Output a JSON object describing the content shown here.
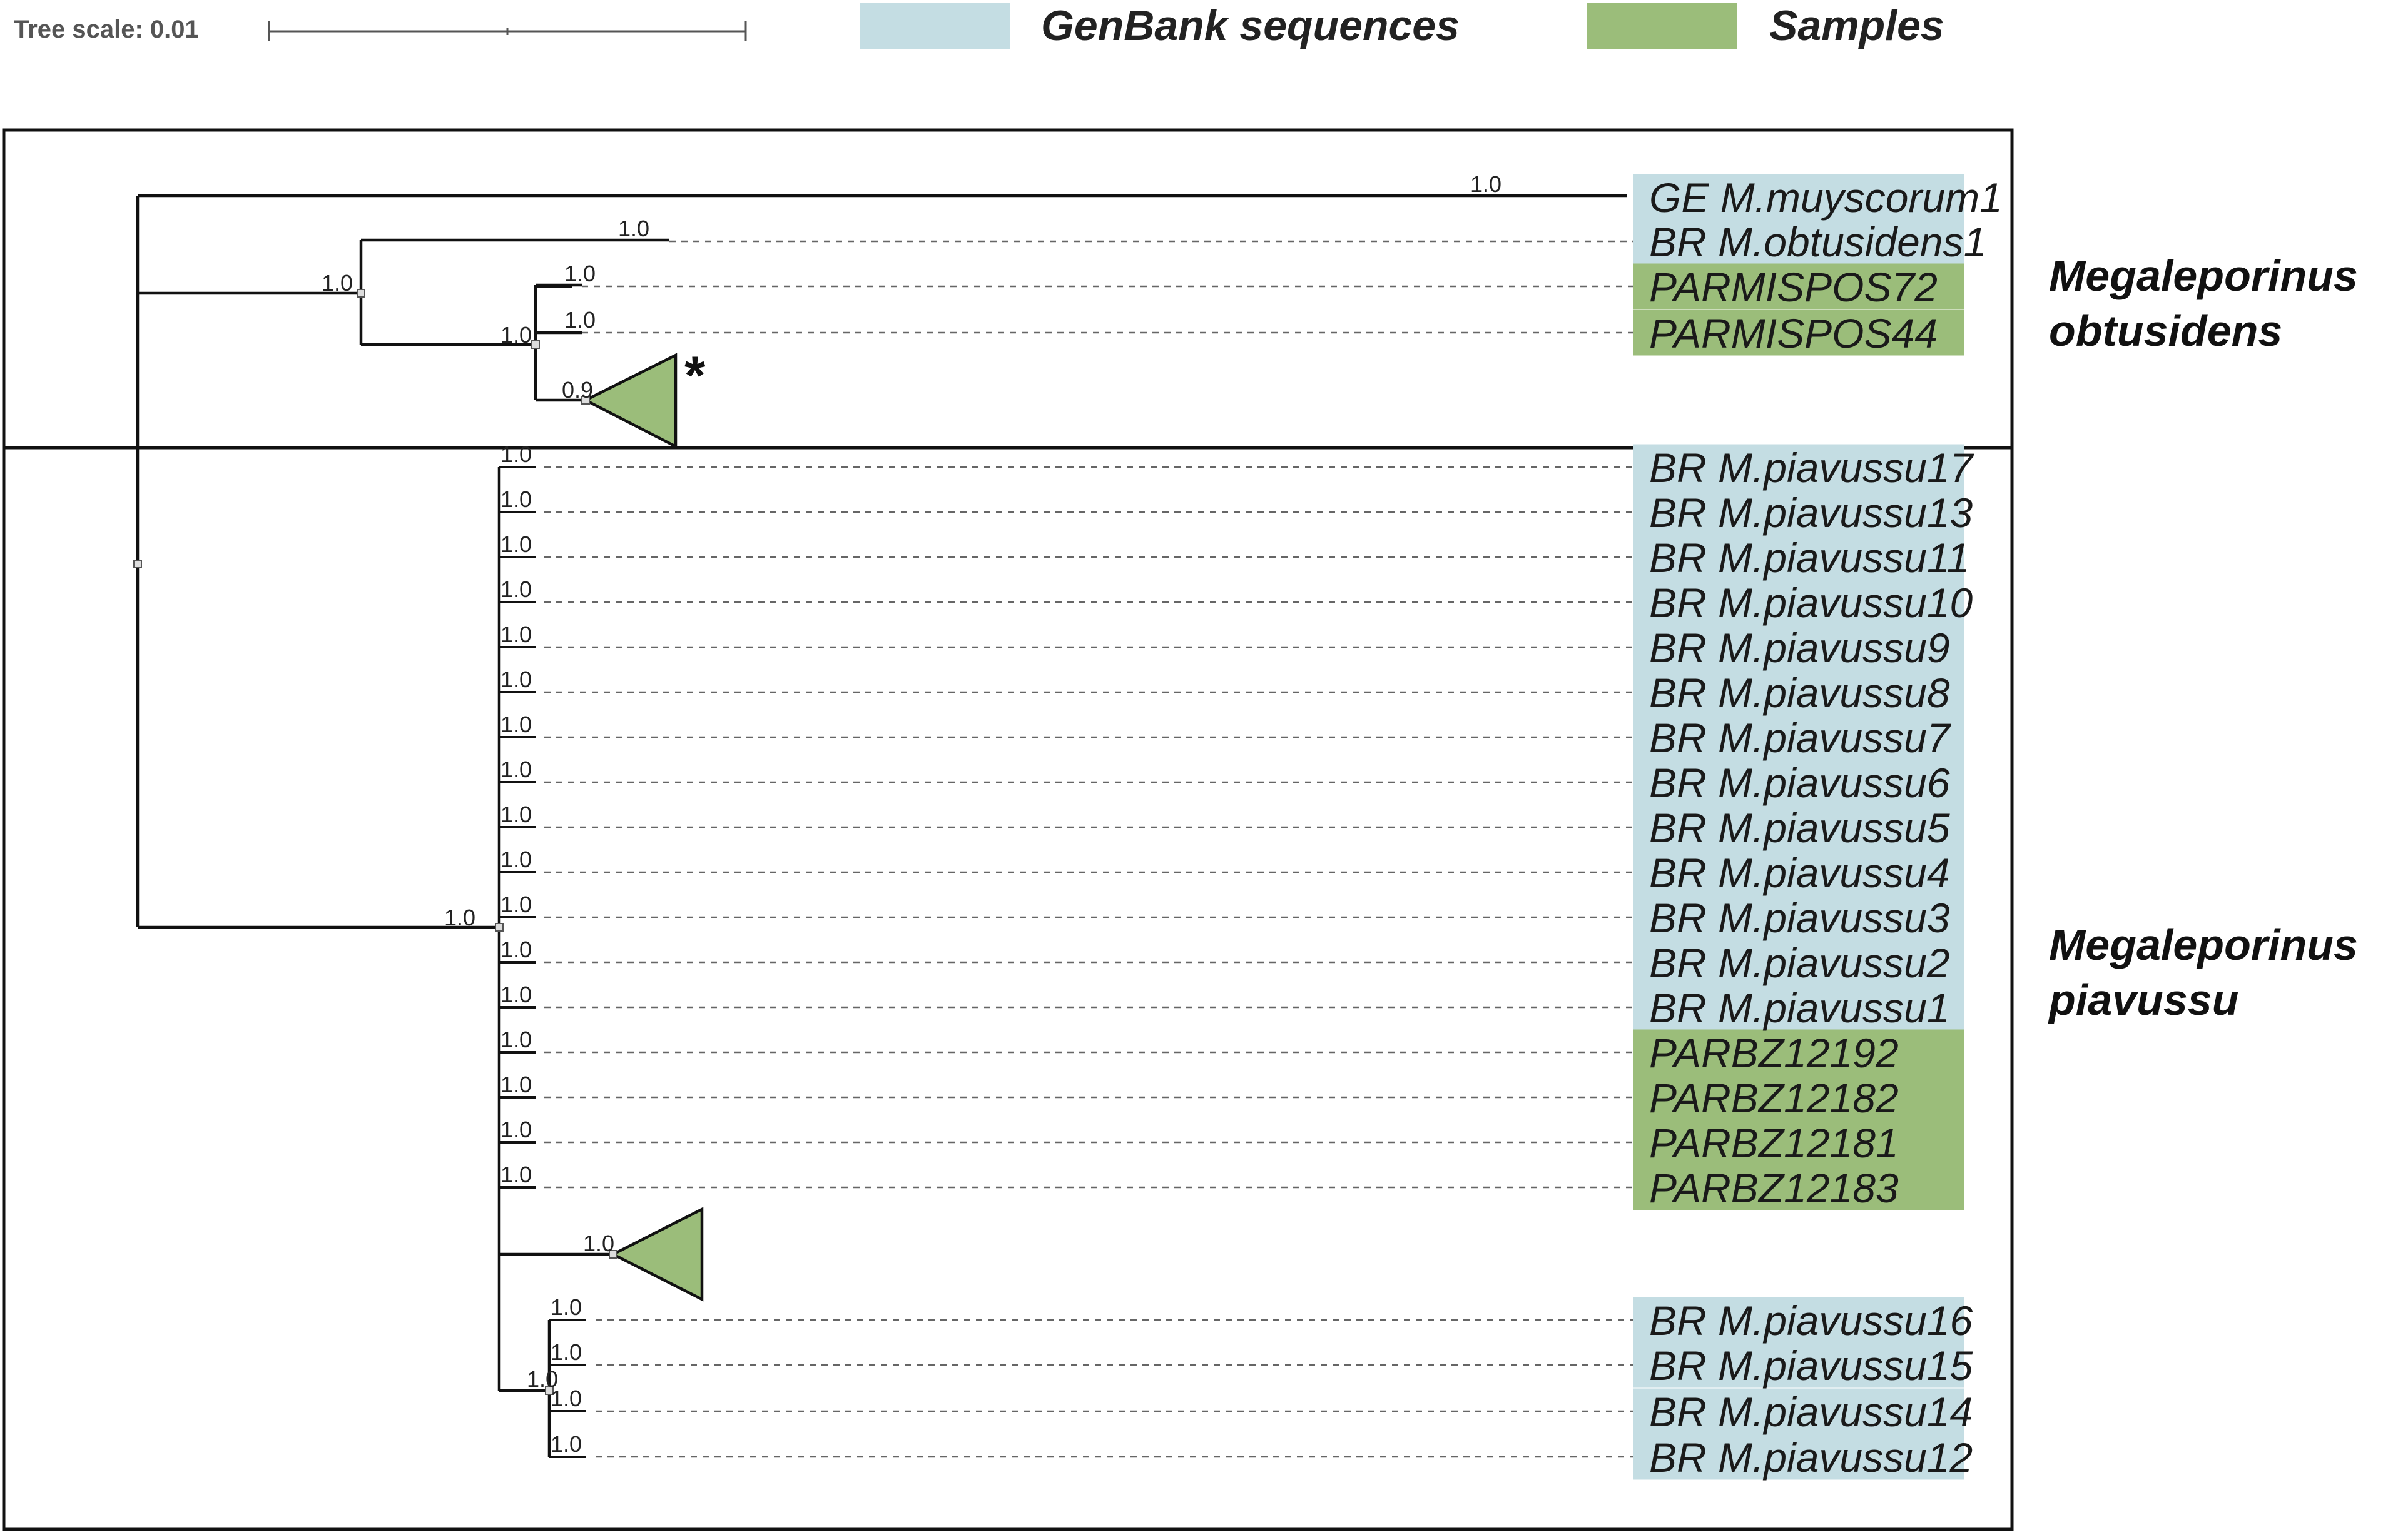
{
  "tree_scale_label": "Tree scale: 0.01",
  "legend": [
    {
      "label": "GenBank sequences",
      "color": "#c4dde3"
    },
    {
      "label": "Samples",
      "color": "#9bbd7a"
    }
  ],
  "clade_labels": [
    {
      "line1": "Megaleporinus",
      "line2": "obtusidens"
    },
    {
      "line1": "Megaleporinus",
      "line2": "piavussu"
    }
  ],
  "tips": [
    {
      "name": "GE M.muyscorum1",
      "source": "genbank",
      "support": "1.0"
    },
    {
      "name": "BR M.obtusidens1",
      "source": "genbank",
      "support": "1.0"
    },
    {
      "name": "PARMISPOS72",
      "source": "sample",
      "support": "1.0"
    },
    {
      "name": "PARMISPOS44",
      "source": "sample",
      "support": "1.0"
    },
    {
      "name": "BR M.piavussu17",
      "source": "genbank",
      "support": "1.0"
    },
    {
      "name": "BR M.piavussu13",
      "source": "genbank",
      "support": "1.0"
    },
    {
      "name": "BR M.piavussu11",
      "source": "genbank",
      "support": "1.0"
    },
    {
      "name": "BR M.piavussu10",
      "source": "genbank",
      "support": "1.0"
    },
    {
      "name": "BR M.piavussu9",
      "source": "genbank",
      "support": "1.0"
    },
    {
      "name": "BR M.piavussu8",
      "source": "genbank",
      "support": "1.0"
    },
    {
      "name": "BR M.piavussu7",
      "source": "genbank",
      "support": "1.0"
    },
    {
      "name": "BR M.piavussu6",
      "source": "genbank",
      "support": "1.0"
    },
    {
      "name": "BR M.piavussu5",
      "source": "genbank",
      "support": "1.0"
    },
    {
      "name": "BR M.piavussu4",
      "source": "genbank",
      "support": "1.0"
    },
    {
      "name": "BR M.piavussu3",
      "source": "genbank",
      "support": "1.0"
    },
    {
      "name": "BR M.piavussu2",
      "source": "genbank",
      "support": "1.0"
    },
    {
      "name": "BR M.piavussu1",
      "source": "genbank",
      "support": "1.0"
    },
    {
      "name": "PARBZ12192",
      "source": "sample",
      "support": "1.0"
    },
    {
      "name": "PARBZ12182",
      "source": "sample",
      "support": "1.0"
    },
    {
      "name": "PARBZ12181",
      "source": "sample",
      "support": "1.0"
    },
    {
      "name": "PARBZ12183",
      "source": "sample",
      "support": "1.0"
    },
    {
      "name": "BR M.piavussu16",
      "source": "genbank",
      "support": "1.0"
    },
    {
      "name": "BR M.piavussu15",
      "source": "genbank",
      "support": "1.0"
    },
    {
      "name": "BR M.piavussu14",
      "source": "genbank",
      "support": "1.0"
    },
    {
      "name": "BR M.piavussu12",
      "source": "genbank",
      "support": "1.0"
    }
  ],
  "node_support": [
    {
      "node": "obtusidens-clade",
      "value": "1.0"
    },
    {
      "node": "parmispos-clade",
      "value": "1.0"
    },
    {
      "node": "collapsed-clade-obtusidens",
      "value": "0.9"
    },
    {
      "node": "piavussu-clade",
      "value": "1.0"
    },
    {
      "node": "collapsed-clade-piavussu",
      "value": "1.0"
    },
    {
      "node": "piavussu-subclade",
      "value": "1.0"
    }
  ],
  "collapsed_marker": "*"
}
